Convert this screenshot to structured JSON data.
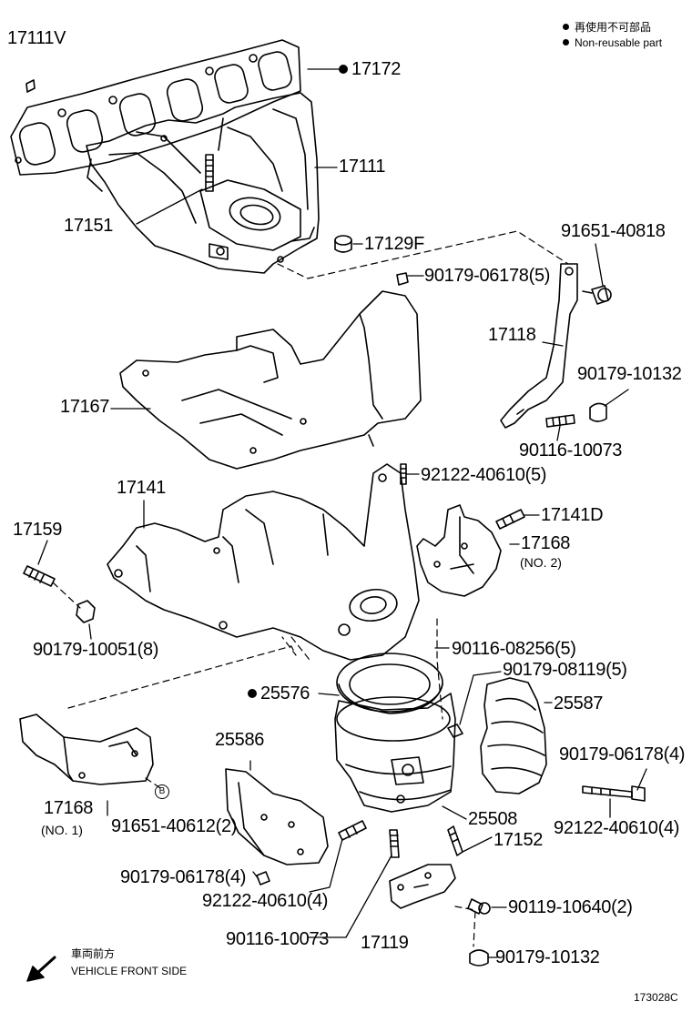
{
  "legend": {
    "jp_text": "再使用不可部品",
    "en_text": "Non-reusable part"
  },
  "direction": {
    "jp_text": "車両前方",
    "en_text": "VEHICLE FRONT SIDE"
  },
  "diagram_id": "173028C",
  "circle_marker": "B",
  "parts": {
    "p17111V": "17111V",
    "p17172": "17172",
    "p17111": "17111",
    "p17151": "17151",
    "p17129F": "17129F",
    "p91651_40818": "91651-40818",
    "p90179_06178_5": "90179-06178(5)",
    "p17118": "17118",
    "p90179_10132_a": "90179-10132",
    "p17167": "17167",
    "p90116_10073_a": "90116-10073",
    "p92122_40610_5": "92122-40610(5)",
    "p17141": "17141",
    "p17141D": "17141D",
    "p17159": "17159",
    "p17168_no2": "17168",
    "no2": "(NO. 2)",
    "p90179_10051_8": "90179-10051(8)",
    "p90116_08256_5": "90116-08256(5)",
    "p90179_08119_5": "90179-08119(5)",
    "p25576": "25576",
    "p25587": "25587",
    "p25586": "25586",
    "p90179_06178_4a": "90179-06178(4)",
    "p17168_no1": "17168",
    "no1": "(NO. 1)",
    "p91651_40612_2": "91651-40612(2)",
    "p25508": "25508",
    "p17152": "17152",
    "p92122_40610_4a": "92122-40610(4)",
    "p90179_06178_4b": "90179-06178(4)",
    "p92122_40610_4b": "92122-40610(4)",
    "p90119_10640_2": "90119-10640(2)",
    "p90116_10073_b": "90116-10073",
    "p17119": "17119",
    "p90179_10132_b": "90179-10132"
  },
  "non_reusable_parts": [
    "p17172",
    "p25576"
  ]
}
